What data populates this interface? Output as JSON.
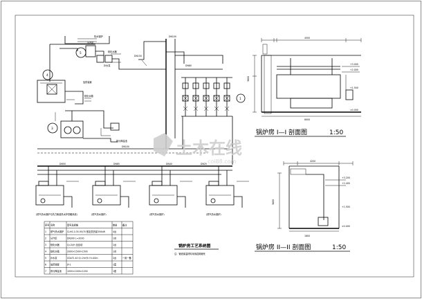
{
  "watermark": {
    "brand": "土木在线",
    "site": "coi88.com"
  },
  "process_diagram": {
    "callouts": [
      "1",
      "2",
      "3",
      "4",
      "5"
    ],
    "labels": [
      "热水锅炉",
      "分汽缸",
      "软化水器",
      "软化水箱",
      "补水泵",
      "加药装置",
      "排污降温池"
    ],
    "sub_notes": [
      "(燃气热水锅炉与热力管道热水炉供暖系统)",
      "(燃气热水锅炉)",
      "(燃气热水锅炉)",
      "(燃气热水锅炉)"
    ],
    "pipe_tags": [
      "DN100",
      "DN80",
      "DN50",
      "DN150",
      "DN65",
      "DN40",
      "DN25"
    ]
  },
  "main_title": "锅炉房工艺系统图",
  "main_subtitle": "注：管道保温材料采用岩棉管壳",
  "section_1": {
    "title": "锅炉房 I—I 剖面图",
    "scale": "1:50",
    "dims": [
      "3600",
      "4500",
      "6000"
    ],
    "levels": [
      "+3.000",
      "+2.000",
      "+1.500",
      "±0.000"
    ]
  },
  "section_2": {
    "title": "锅炉房 II—II 剖面图",
    "scale": "1:50",
    "dims": [
      "3600",
      "4200",
      "1800"
    ],
    "levels": [
      "+3.200",
      "+2.400",
      "+1.500",
      "±0.000"
    ]
  },
  "equipment_table": {
    "headers": [
      "序号",
      "名称",
      "型号及规格",
      "数量",
      "备注"
    ],
    "rows": [
      [
        "1",
        "燃气热水锅炉",
        "CLHS-0.35-95/70 额定供热量350kW",
        "4台",
        ""
      ],
      [
        "2",
        "分汽缸",
        "DN300 L=2000",
        "1台",
        ""
      ],
      [
        "3",
        "软化水器",
        "Q=2t/h 全自动",
        "1台",
        ""
      ],
      [
        "4",
        "软化水箱",
        "2000×1500×1500",
        "1台",
        ""
      ],
      [
        "5",
        "补水泵",
        "CDLF2-40 Q=2m³/h H=40m",
        "2台",
        "一用一备"
      ],
      [
        "6",
        "加药装置",
        "JY-1",
        "1套",
        ""
      ],
      [
        "7",
        "排污降温池",
        "1000×1000×1200",
        "1座",
        ""
      ]
    ]
  }
}
